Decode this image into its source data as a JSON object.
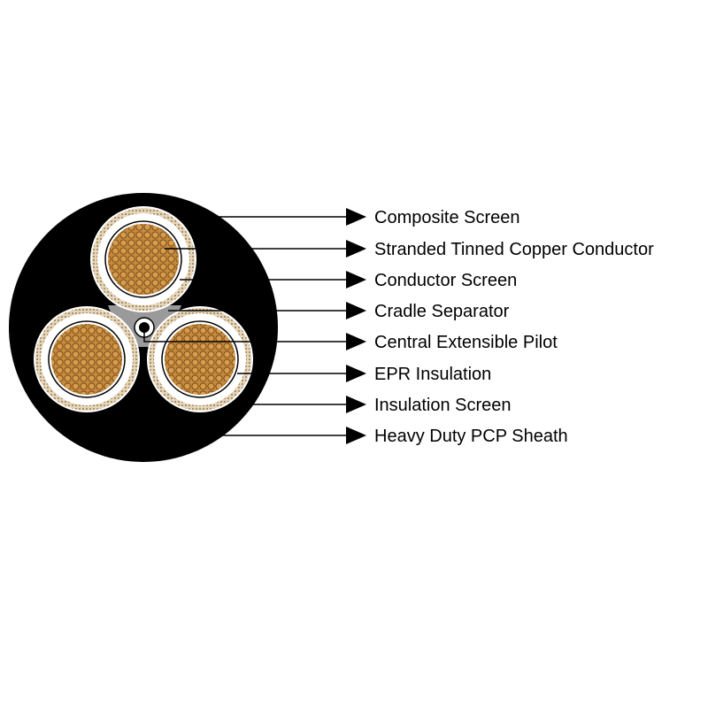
{
  "labels": [
    "Composite Screen",
    "Stranded Tinned Copper Conductor",
    "Conductor Screen",
    "Cradle Separator",
    "Central Extensible Pilot",
    "EPR Insulation",
    "Insulation Screen",
    "Heavy Duty PCP Sheath"
  ],
  "colors": {
    "sheath": "#000000",
    "screen_tape": "#d9c8a8",
    "insulation": "#ffffff",
    "copper": "#c58a3c",
    "copper_strand_edge": "#6b4518",
    "cradle": "#9a9a9a",
    "leader": "#000000"
  }
}
